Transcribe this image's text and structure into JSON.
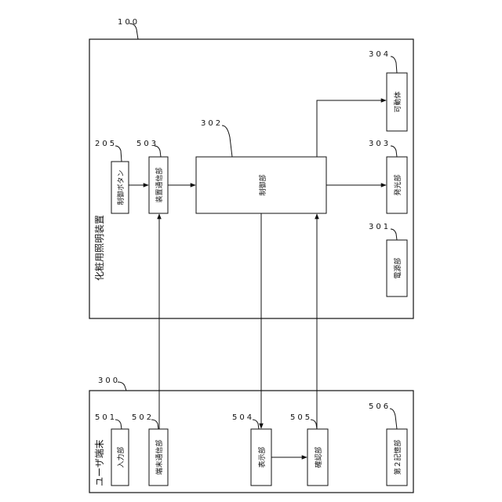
{
  "diagram": {
    "device": {
      "ref": "100",
      "title": "化粧用照明装置",
      "blocks": {
        "control_button": {
          "ref": "205",
          "label": "制御ボタン"
        },
        "device_comm": {
          "ref": "503",
          "label": "装置通信部"
        },
        "control_unit": {
          "ref": "302",
          "label": "制御部"
        },
        "movable_body": {
          "ref": "304",
          "label": "可動体"
        },
        "light_emitter": {
          "ref": "303",
          "label": "発光部"
        },
        "power_supply": {
          "ref": "301",
          "label": "電源部"
        }
      }
    },
    "terminal": {
      "ref": "300",
      "title": "ユーザ端末",
      "blocks": {
        "input": {
          "ref": "501",
          "label": "入力部"
        },
        "terminal_comm": {
          "ref": "502",
          "label": "端末通信部"
        },
        "display": {
          "ref": "504",
          "label": "表示部"
        },
        "confirm": {
          "ref": "505",
          "label": "確認部"
        },
        "storage2": {
          "ref": "506",
          "label": "第２記憶部"
        }
      }
    }
  }
}
